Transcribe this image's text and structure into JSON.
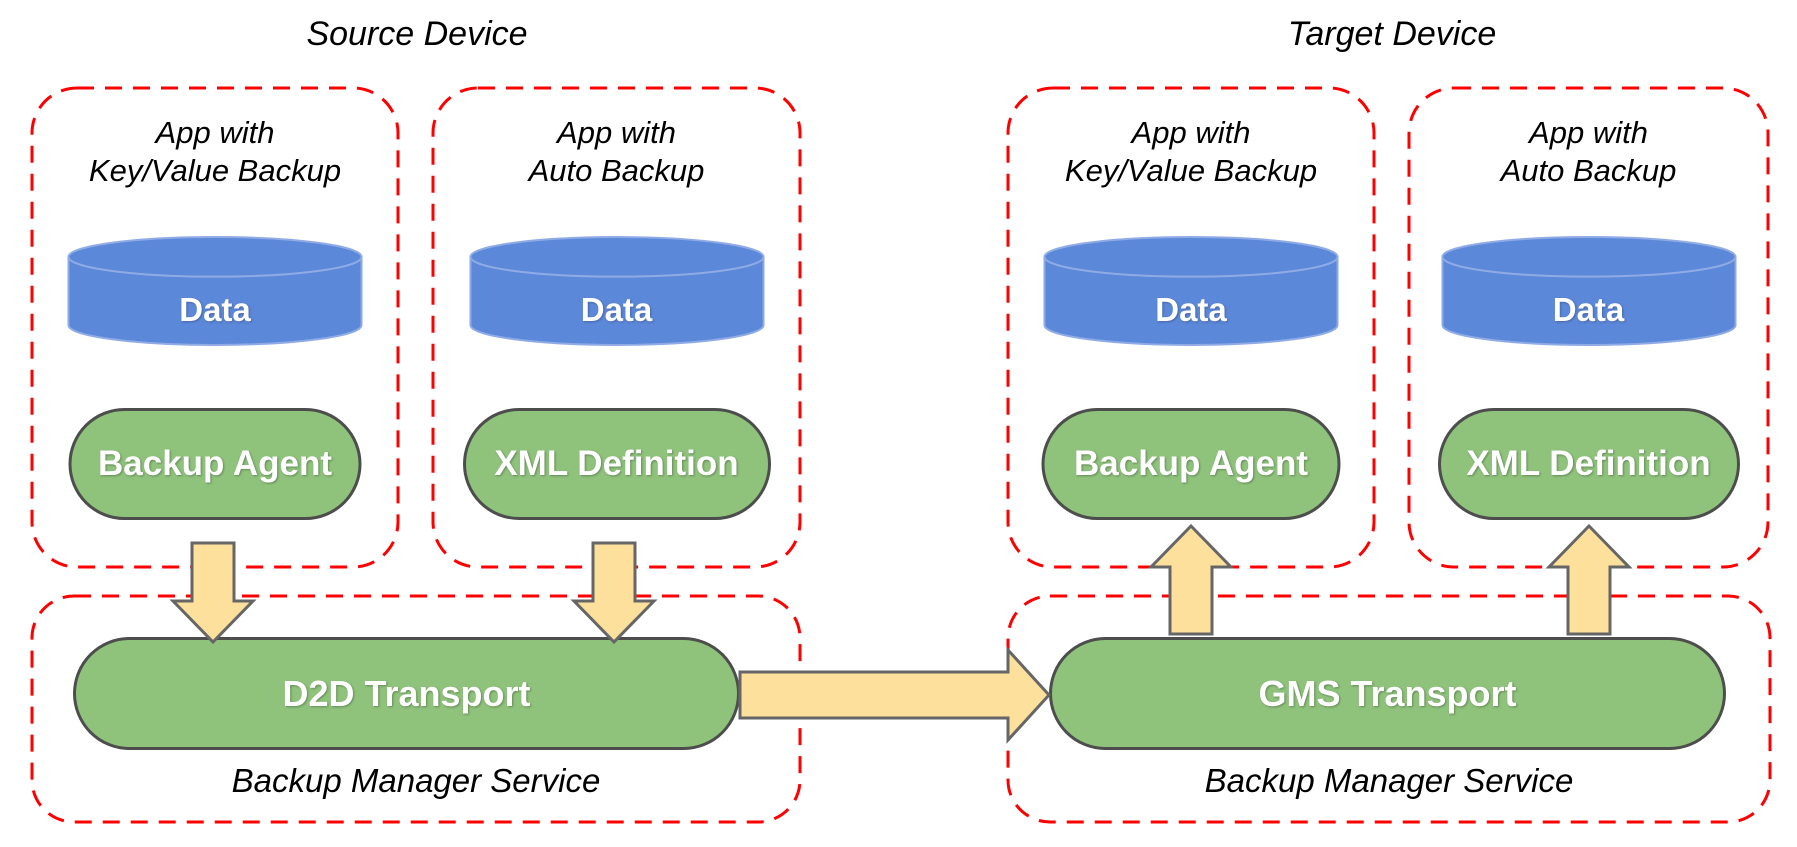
{
  "colors": {
    "accent_red": "#FF0000",
    "green_fill": "#8FC37C",
    "green_border": "#4D4D4D",
    "blue_fill": "#5C88D9",
    "blue_edge": "#8FABE5",
    "arrow_fill": "#FCE09C",
    "arrow_border": "#666666",
    "title_color": "#000000",
    "pill_text": "#FFFFFF"
  },
  "source_device": {
    "title": "Source Device",
    "apps": [
      {
        "name_line1": "App with",
        "name_line2": "Key/Value Backup",
        "data_store": "Data",
        "component": "Backup Agent"
      },
      {
        "name_line1": "App with",
        "name_line2": "Auto Backup",
        "data_store": "Data",
        "component": "XML Definition"
      }
    ],
    "service": {
      "transport": "D2D Transport",
      "label": "Backup Manager Service"
    }
  },
  "target_device": {
    "title": "Target Device",
    "apps": [
      {
        "name_line1": "App with",
        "name_line2": "Key/Value Backup",
        "data_store": "Data",
        "component": "Backup Agent"
      },
      {
        "name_line1": "App with",
        "name_line2": "Auto Backup",
        "data_store": "Data",
        "component": "XML Definition"
      }
    ],
    "service": {
      "transport": "GMS Transport",
      "label": "Backup Manager Service"
    }
  }
}
